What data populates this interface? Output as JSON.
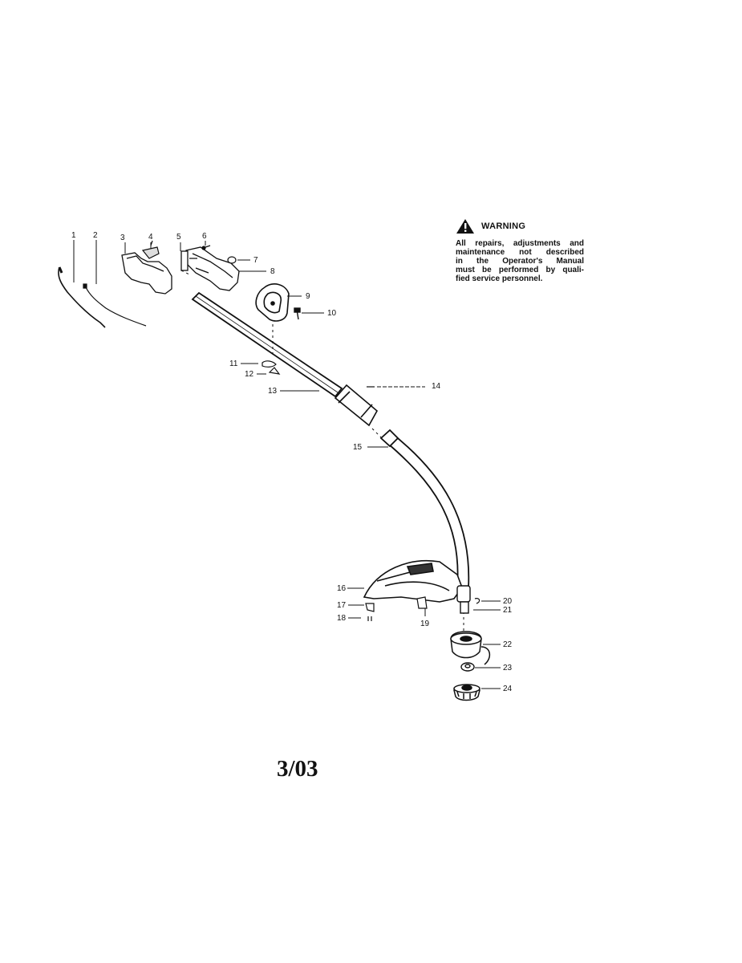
{
  "warning": {
    "title": "WARNING",
    "icon": "warning-triangle-icon",
    "lines": [
      "All repairs, adjustments and",
      "maintenance not described",
      "in the Operator's Manual",
      "must be performed by quali-",
      "fied service personnel."
    ]
  },
  "callouts": [
    "1",
    "2",
    "3",
    "4",
    "5",
    "6",
    "7",
    "8",
    "9",
    "10",
    "11",
    "12",
    "13",
    "14",
    "15",
    "16",
    "17",
    "18",
    "19",
    "20",
    "21",
    "22",
    "23",
    "24"
  ],
  "date_code": "3/03"
}
